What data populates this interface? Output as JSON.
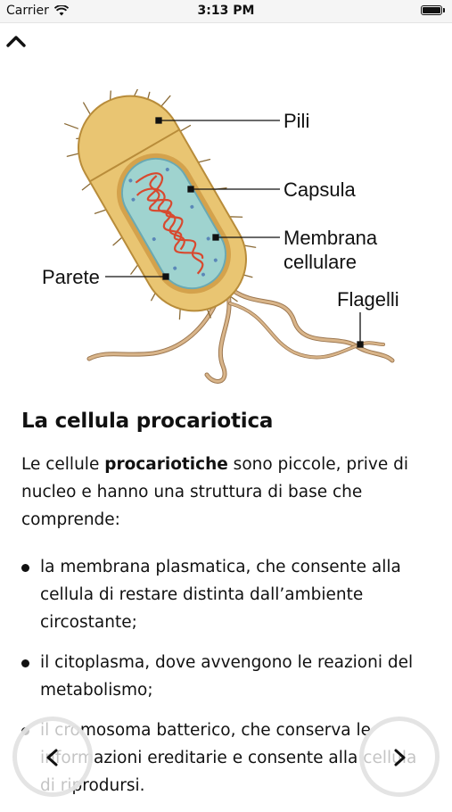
{
  "status_bar": {
    "carrier": "Carrier",
    "time": "3:13 PM"
  },
  "icons": {
    "wifi": "wifi-icon",
    "battery": "battery-icon",
    "collapse": "chevron-up-icon",
    "prev": "chevron-left-icon",
    "next": "chevron-right-icon"
  },
  "diagram": {
    "labels": {
      "pili": "Pili",
      "capsula": "Capsula",
      "membrana_1": "Membrana",
      "membrana_2": "cellulare",
      "parete": "Parete",
      "flagelli": "Flagelli"
    }
  },
  "content": {
    "title": "La cellula procariotica",
    "intro_before": "Le cellule ",
    "intro_bold": "procariotiche",
    "intro_after": " sono piccole, prive di nucleo e hanno una struttura di base che comprende:",
    "bullets": [
      "la membrana plasmatica, che consente alla cellula di restare distinta dall’ambiente circostante;",
      "il citoplasma, dove avvengono le reazioni del metabolismo;",
      "il cromosoma batterico, che conserva le informazioni ereditarie e consente alla cellula di riprodursi."
    ]
  },
  "colors": {
    "capsule_fill": "#e9c572",
    "capsule_stroke": "#b88c3a",
    "cytoplasm": "#9fd3cf",
    "dna": "#d8492f",
    "flagella": "#c49a6c"
  }
}
